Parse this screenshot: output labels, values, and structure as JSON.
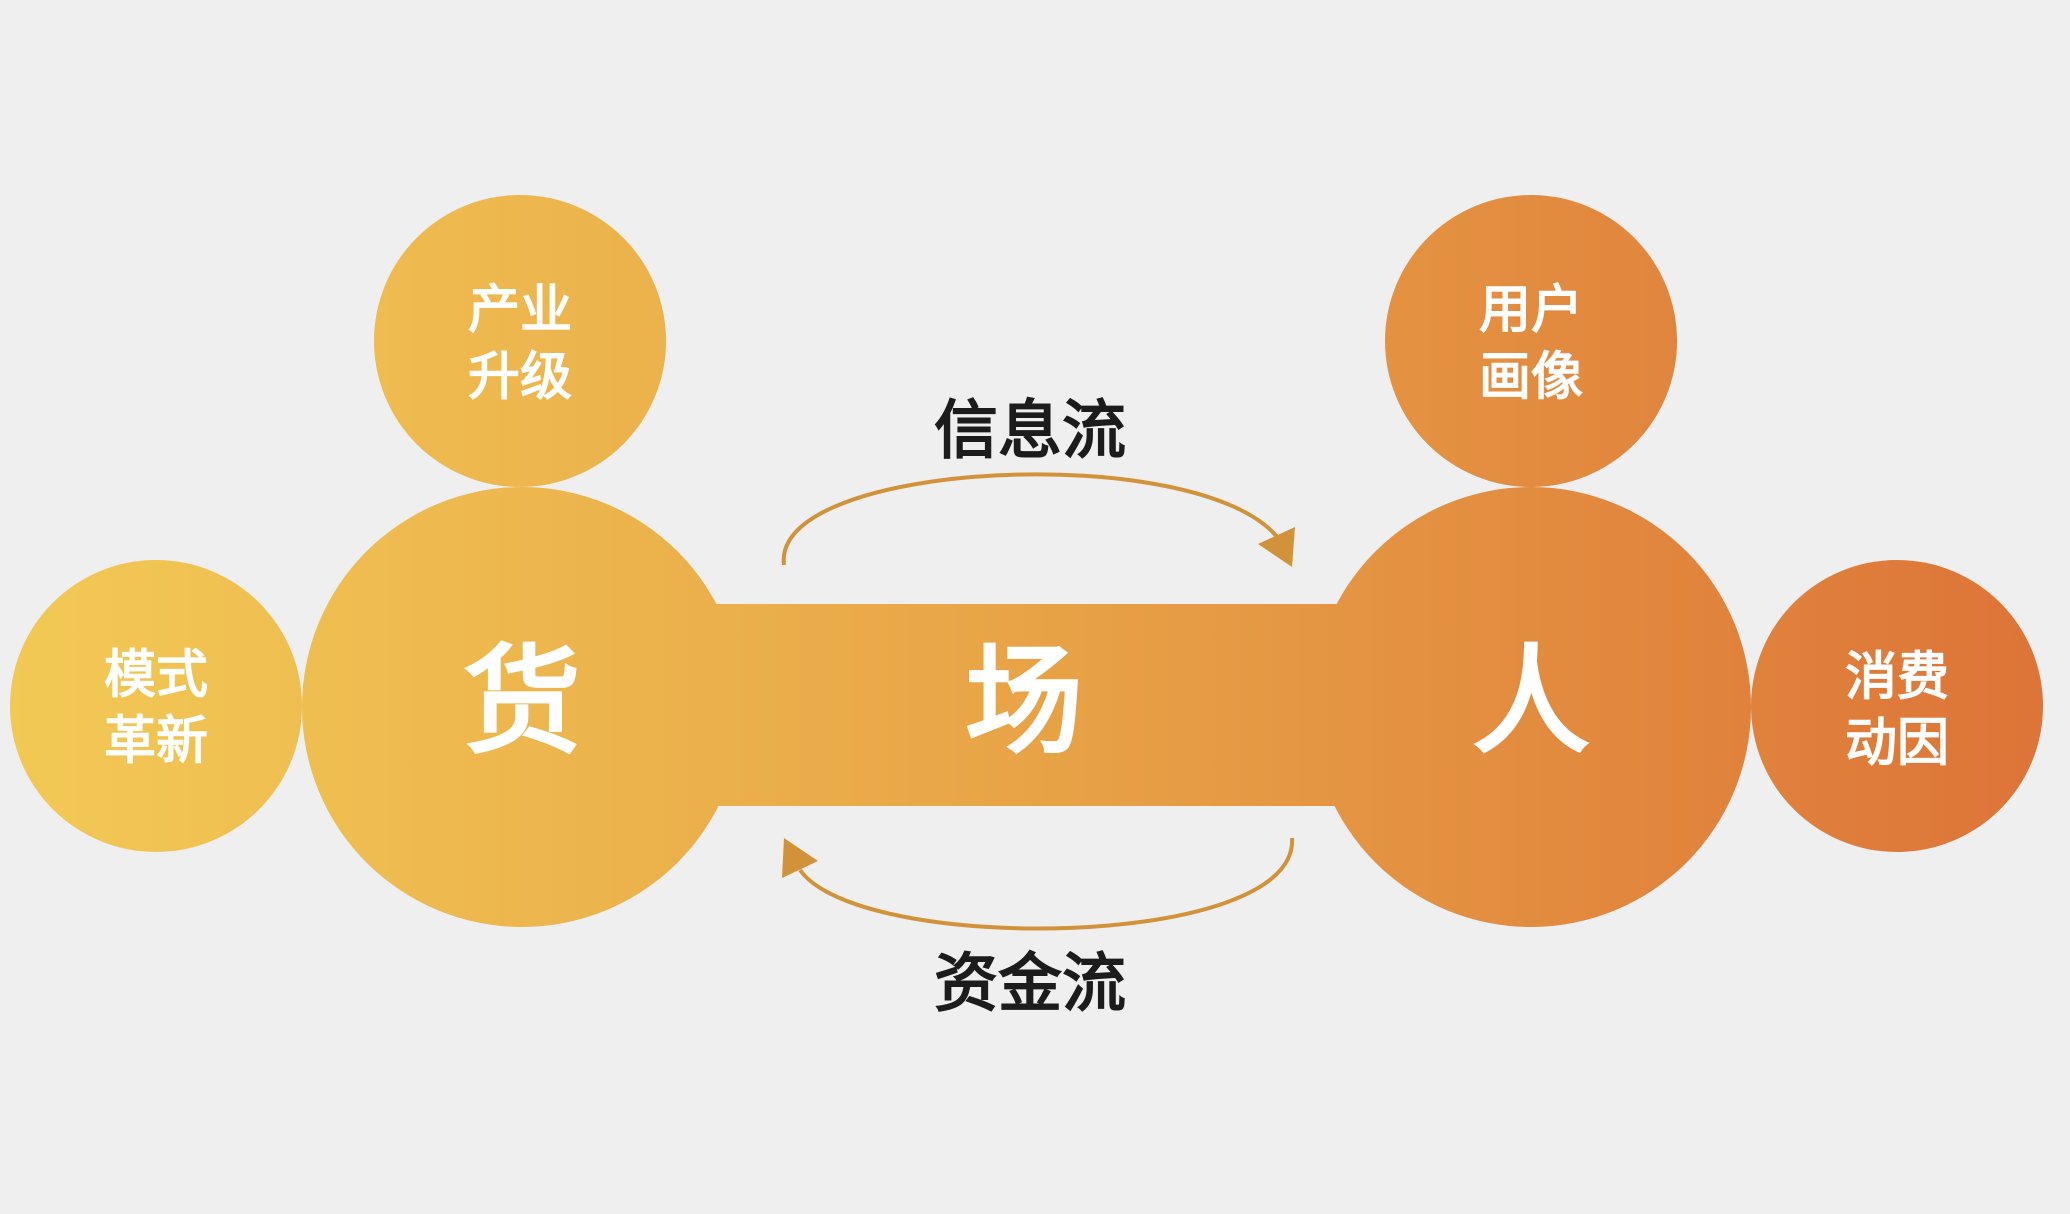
{
  "nodes": {
    "goods": {
      "label": "货"
    },
    "field": {
      "label": "场"
    },
    "person": {
      "label": "人"
    }
  },
  "satellites": {
    "industry_upgrade": {
      "line1": "产业",
      "line2": "升级"
    },
    "model_innovation": {
      "line1": "模式",
      "line2": "革新"
    },
    "user_profile": {
      "line1": "用户",
      "line2": "画像"
    },
    "consumption_motive": {
      "line1": "消费",
      "line2": "动因"
    }
  },
  "flows": {
    "information_flow": {
      "label": "信息流"
    },
    "capital_flow": {
      "label": "资金流"
    }
  },
  "colors": {
    "background": "#efefef",
    "gradient_start": "#f2c955",
    "gradient_mid": "#e9a848",
    "gradient_end": "#dd7438",
    "arrow": "#d2923a",
    "flow_text": "#1c1c1c"
  }
}
